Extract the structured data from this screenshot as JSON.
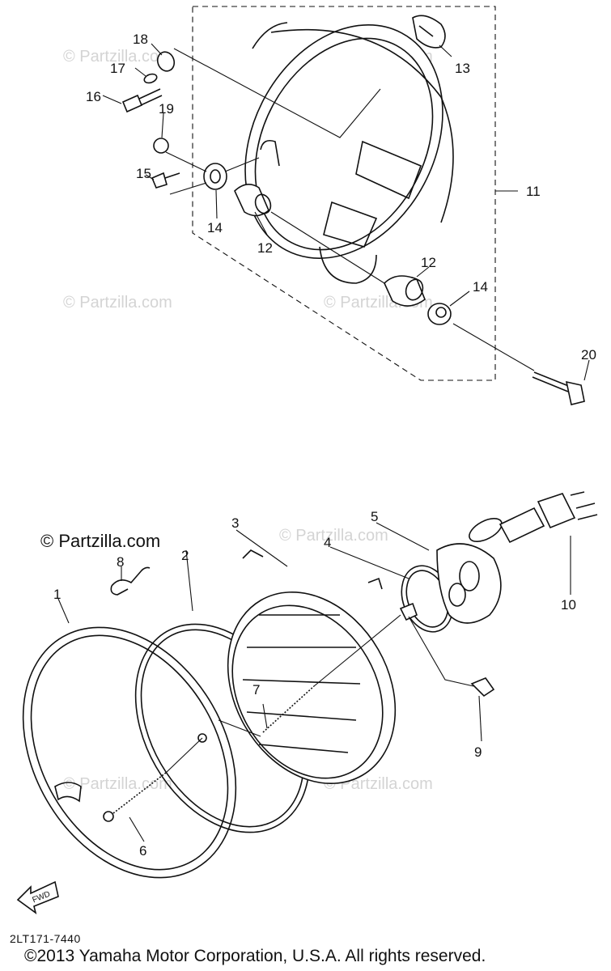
{
  "diagram": {
    "callouts": [
      {
        "id": "1",
        "label": "1"
      },
      {
        "id": "2",
        "label": "2"
      },
      {
        "id": "3",
        "label": "3"
      },
      {
        "id": "4",
        "label": "4"
      },
      {
        "id": "5",
        "label": "5"
      },
      {
        "id": "6",
        "label": "6"
      },
      {
        "id": "7",
        "label": "7"
      },
      {
        "id": "8",
        "label": "8"
      },
      {
        "id": "9",
        "label": "9"
      },
      {
        "id": "10",
        "label": "10"
      },
      {
        "id": "11",
        "label": "11"
      },
      {
        "id": "12a",
        "label": "12"
      },
      {
        "id": "12b",
        "label": "12"
      },
      {
        "id": "13",
        "label": "13"
      },
      {
        "id": "14a",
        "label": "14"
      },
      {
        "id": "14b",
        "label": "14"
      },
      {
        "id": "15",
        "label": "15"
      },
      {
        "id": "16",
        "label": "16"
      },
      {
        "id": "17",
        "label": "17"
      },
      {
        "id": "18",
        "label": "18"
      },
      {
        "id": "19",
        "label": "19"
      },
      {
        "id": "20",
        "label": "20"
      }
    ],
    "watermark_text": "© Partzilla.com",
    "fwd_label": "FWD",
    "reference_code": "2LT171-7440",
    "copyright": "©2013  Yamaha Motor Corporation, U.S.A. All rights reserved."
  }
}
